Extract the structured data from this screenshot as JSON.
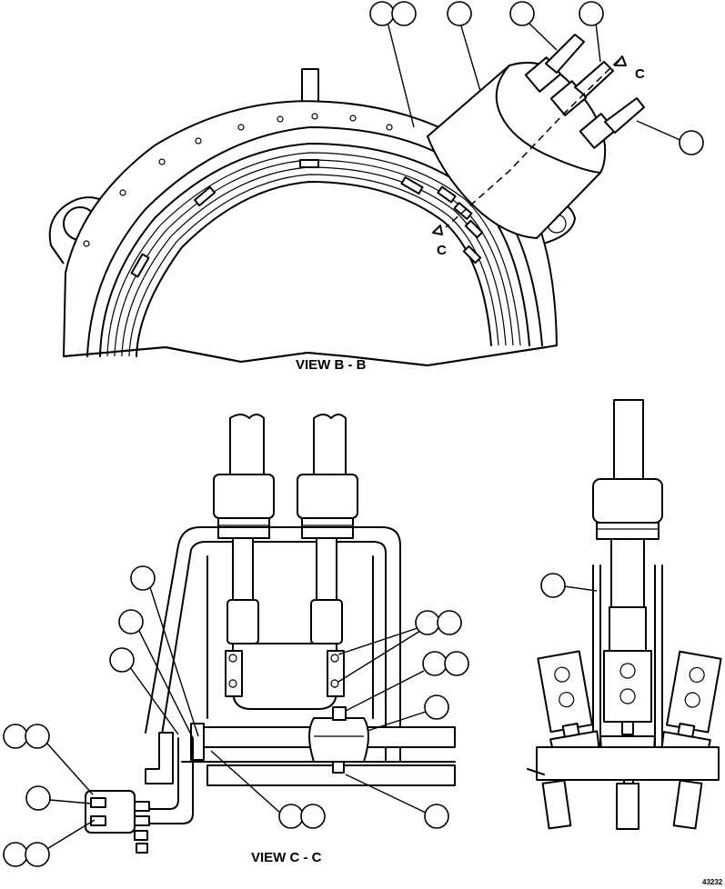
{
  "views": {
    "view_b": {
      "caption": "VIEW B - B",
      "section_marker": "C"
    },
    "view_c": {
      "caption": "VIEW C - C"
    }
  },
  "figure_code": "43232"
}
